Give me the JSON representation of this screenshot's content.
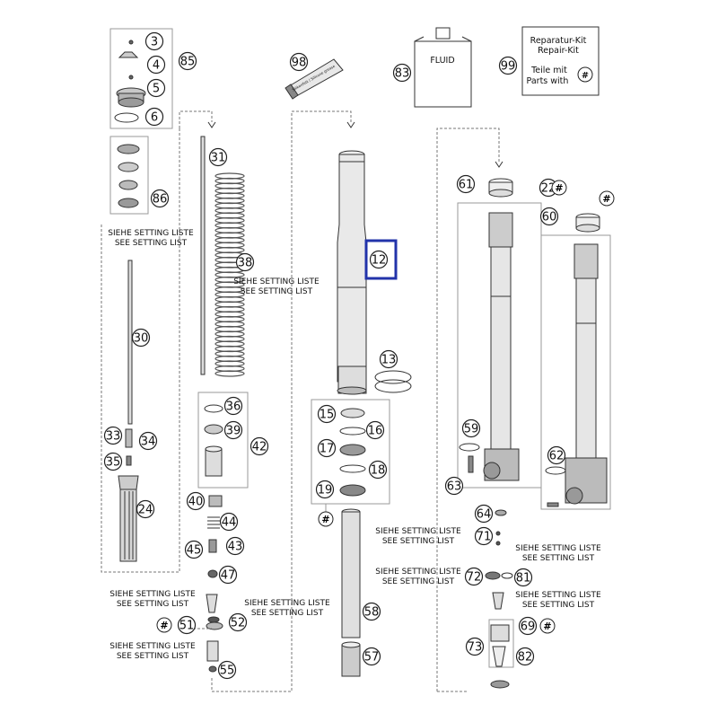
{
  "diagram": {
    "highlight_label": "12",
    "callouts": [
      "3",
      "85",
      "4",
      "5",
      "6",
      "98",
      "83",
      "99",
      "31",
      "86",
      "38",
      "30",
      "36",
      "39",
      "42",
      "33",
      "34",
      "35",
      "24",
      "40",
      "44",
      "45",
      "43",
      "47",
      "51",
      "52",
      "55",
      "13",
      "15",
      "16",
      "17",
      "18",
      "19",
      "58",
      "57",
      "61",
      "22",
      "60",
      "59",
      "62",
      "63",
      "64",
      "71",
      "72",
      "81",
      "69",
      "73",
      "82"
    ],
    "setting_de": "SIEHE SETTING LISTE",
    "setting_en": "SEE SETTING LIST",
    "fluid_label": "FLUID",
    "kit": {
      "line1": "Reparatur-Kit",
      "line2": "Repair-Kit",
      "line3": "Teile mit",
      "line4": "Parts with",
      "symbol": "#"
    },
    "hash_symbol": "#",
    "grease_label": "Silikonfett / Silicone grease"
  }
}
